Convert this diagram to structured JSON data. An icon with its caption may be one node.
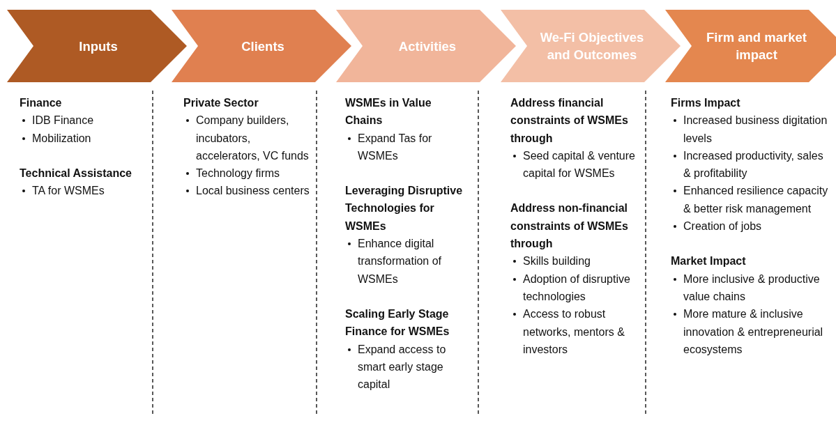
{
  "diagram": {
    "nodes": [
      {
        "text": [
          "Inputs"
        ],
        "beside": [
          "Finance",
          "IDB Finance",
          "Mobilization",
          "Technical Assistance",
          "TA for WSMEs"
        ]
      },
      {
        "text": [
          "Clients"
        ],
        "beside": [
          "Private Sector",
          "Company builders, incubators, accelerators, VC funds",
          "Technology firms",
          "Local business centers"
        ]
      },
      {
        "text": [
          "Activities"
        ],
        "beside": [
          "WSMEs in Value Chains",
          "Expand Tas for WSMEs",
          "Leveraging Disruptive Technologies for WSMEs",
          "Enhance digital transformation of WSMEs",
          "Scaling Early Stage Finance for WSMEs",
          "Expand access to smart early stage capital"
        ]
      },
      {
        "text": [
          "We-Fi Objectives and Outcomes"
        ],
        "beside": [
          "Address financial constraints of WSMEs through",
          "Seed capital & venture capital for WSMEs",
          "Address non-financial constraints of WSMEs through",
          "Skills building",
          "Adoption of disruptive technologies",
          "Access to robust networks, mentors & investors"
        ]
      },
      {
        "text": [
          "Firm and market impact"
        ],
        "beside": [
          "Firms Impact",
          "Increased business digitation levels",
          "Increased productivity, sales & profitability",
          "Enhanced resilience capacity & better risk management",
          "Creation of jobs",
          "Market Impact",
          "More inclusive & productive value chains",
          "More mature & inclusive innovation & entrepreneurial ecosystems"
        ]
      }
    ]
  }
}
